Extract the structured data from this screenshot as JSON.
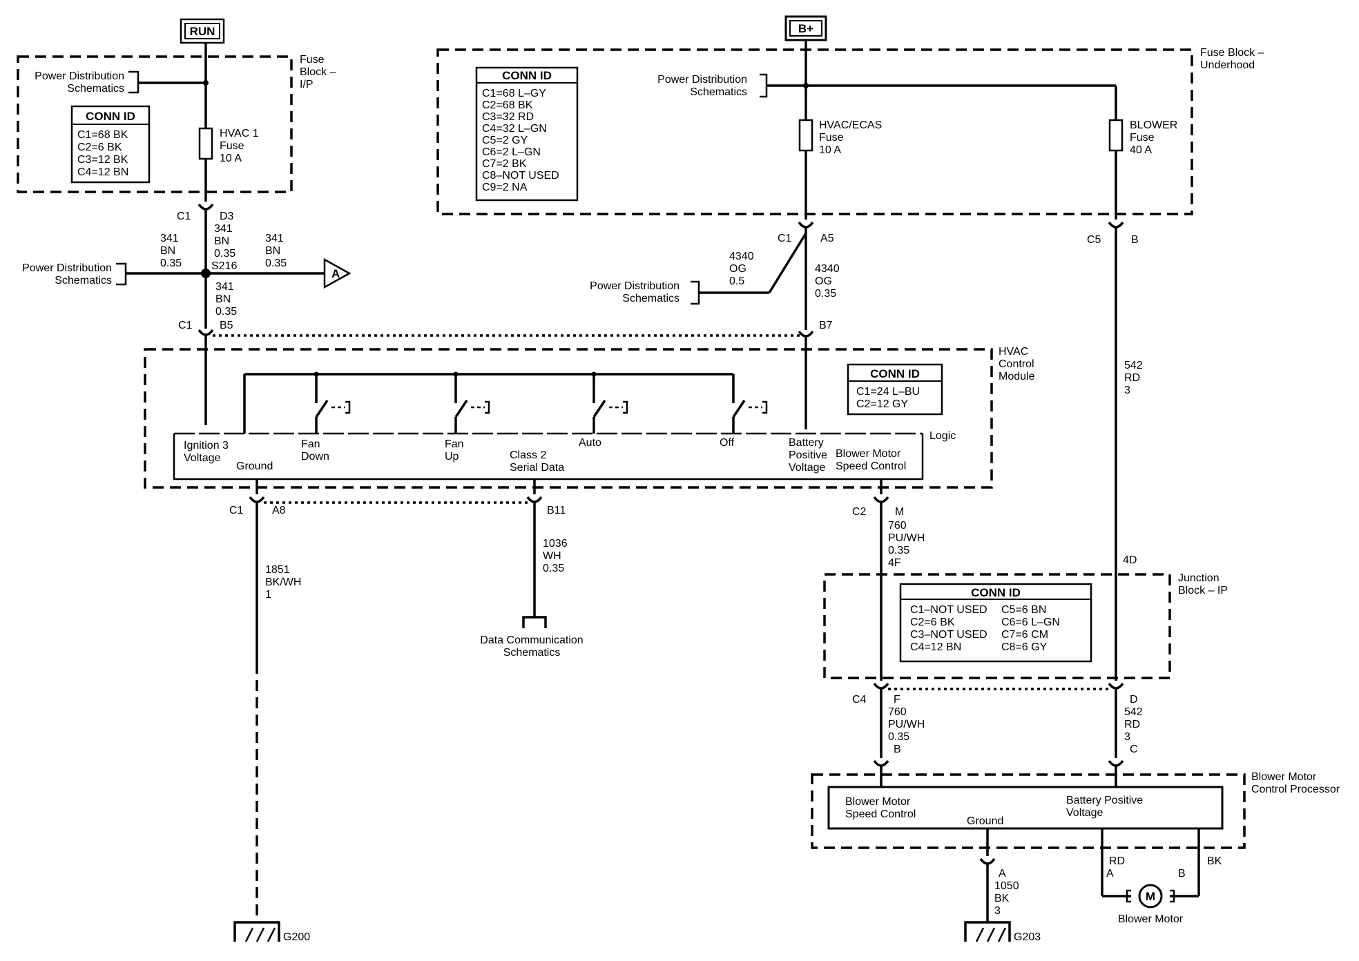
{
  "terminals": {
    "run": "RUN",
    "bplus": "B+"
  },
  "power_dist": {
    "line1": "Power Distribution",
    "line2": "Schematics"
  },
  "data_comm": {
    "line1": "Data Communication",
    "line2": "Schematics"
  },
  "fuse_ip": {
    "title": [
      "Fuse",
      "Block –",
      "I/P"
    ],
    "conn_title": "CONN ID",
    "conn": [
      "C1=68 BK",
      "C2=6 BK",
      "C3=12 BK",
      "C4=12 BN"
    ],
    "fuse": [
      "HVAC 1",
      "Fuse",
      "10 A"
    ]
  },
  "fuse_uh": {
    "title": [
      "Fuse Block –",
      "Underhood"
    ],
    "conn_title": "CONN ID",
    "conn": [
      "C1=68 L–GY",
      "C2=68 BK",
      "C3=32 RD",
      "C4=32 L–GN",
      "C5=2 GY",
      "C6=2 L–GN",
      "C7=2 BK",
      "C8–NOT USED",
      "C9=2 NA"
    ],
    "fuse_hvac": [
      "HVAC/ECAS",
      "Fuse",
      "10 A"
    ],
    "fuse_blower": [
      "BLOWER",
      "Fuse",
      "40 A"
    ]
  },
  "left_wire": {
    "c1": "C1",
    "d3": "D3",
    "w341a": [
      "341",
      "BN",
      "0.35"
    ],
    "w341b": [
      "341",
      "BN",
      "0.35"
    ],
    "w341c": [
      "341",
      "BN",
      "0.35"
    ],
    "w341d": [
      "341",
      "BN",
      "0.35"
    ],
    "splice": "S216",
    "arrow": "A",
    "c1b": "C1",
    "b5": "B5"
  },
  "mid_wire": {
    "c1": "C1",
    "a5": "A5",
    "w4340a": [
      "4340",
      "OG",
      "0.5"
    ],
    "w4340b": [
      "4340",
      "OG",
      "0.35"
    ],
    "b7": "B7"
  },
  "right_wire": {
    "c5": "C5",
    "b": "B",
    "w542": [
      "542",
      "RD",
      "3"
    ],
    "j4d": "4D"
  },
  "hvac_module": {
    "title": [
      "HVAC",
      "Control",
      "Module"
    ],
    "conn_title": "CONN ID",
    "conn": [
      "C1=24 L–BU",
      "C2=12 GY"
    ],
    "logic": "Logic",
    "labels": {
      "ign": [
        "Ignition 3",
        "Voltage"
      ],
      "ground": "Ground",
      "fan_down": [
        "Fan",
        "Down"
      ],
      "fan_up": [
        "Fan",
        "Up"
      ],
      "class2": [
        "Class 2",
        "Serial Data"
      ],
      "auto": "Auto",
      "off": "Off",
      "batt": [
        "Battery",
        "Positive",
        "Voltage"
      ],
      "blower_ctrl": [
        "Blower Motor",
        "Speed Control"
      ]
    }
  },
  "bottom_left": {
    "c1": "C1",
    "a8": "A8",
    "w1851": [
      "1851",
      "BK/WH",
      "1"
    ],
    "b11": "B11",
    "w1036": [
      "1036",
      "WH",
      "0.35"
    ],
    "g200": "G200"
  },
  "c2_wire": {
    "c2": "C2",
    "m": "M",
    "w760": [
      "760",
      "PU/WH",
      "0.35",
      "4F"
    ]
  },
  "junction": {
    "title": [
      "Junction",
      "Block – IP"
    ],
    "conn_title": "CONN ID",
    "conn_left": [
      "C1–NOT USED",
      "C2=6 BK",
      "C3–NOT USED",
      "C4=12 BN"
    ],
    "conn_right": [
      "C5=6 BN",
      "C6=6 L–GN",
      "C7=6 CM",
      "C8=6 GY"
    ],
    "c4": "C4",
    "f": "F",
    "d": "D",
    "w760": [
      "760",
      "PU/WH",
      "0.35"
    ],
    "w542": [
      "542",
      "RD",
      "3"
    ],
    "b": "B",
    "c": "C"
  },
  "processor": {
    "title": [
      "Blower Motor",
      "Control Processor"
    ],
    "speed": [
      "Blower Motor",
      "Speed Control"
    ],
    "ground": "Ground",
    "batt": [
      "Battery Positive",
      "Voltage"
    ],
    "a": "A",
    "w1050": [
      "1050",
      "BK",
      "3"
    ],
    "g203": "G203",
    "rd": "RD",
    "pin_a": "A",
    "bk": "BK",
    "pin_b": "B",
    "motor_symbol": "M",
    "motor": "Blower Motor"
  }
}
